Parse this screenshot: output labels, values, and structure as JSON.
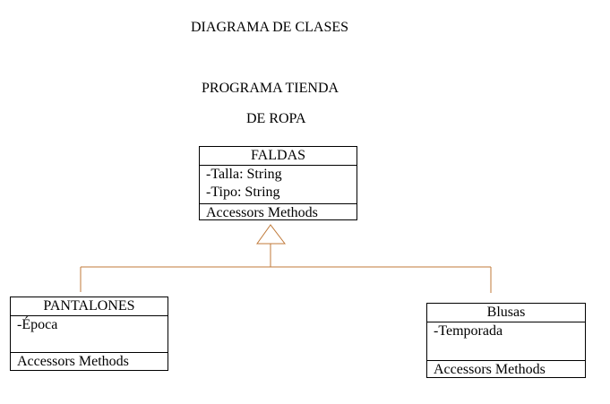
{
  "titles": {
    "line1": "DIAGRAMA DE CLASES",
    "line2": "PROGRAMA TIENDA",
    "line3": "DE ROPA"
  },
  "classes": {
    "faldas": {
      "name": "FALDAS",
      "attributes": [
        "-Talla: String",
        "-Tipo: String"
      ],
      "methods": "Accessors Methods"
    },
    "pantalones": {
      "name": "PANTALONES",
      "attributes": [
        "-Época"
      ],
      "methods": "Accessors Methods"
    },
    "blusas": {
      "name": "Blusas",
      "attributes": [
        "-Temporada"
      ],
      "methods": "Accessors Methods"
    }
  },
  "colors": {
    "connector": "#c07a3a",
    "border": "#000000"
  }
}
